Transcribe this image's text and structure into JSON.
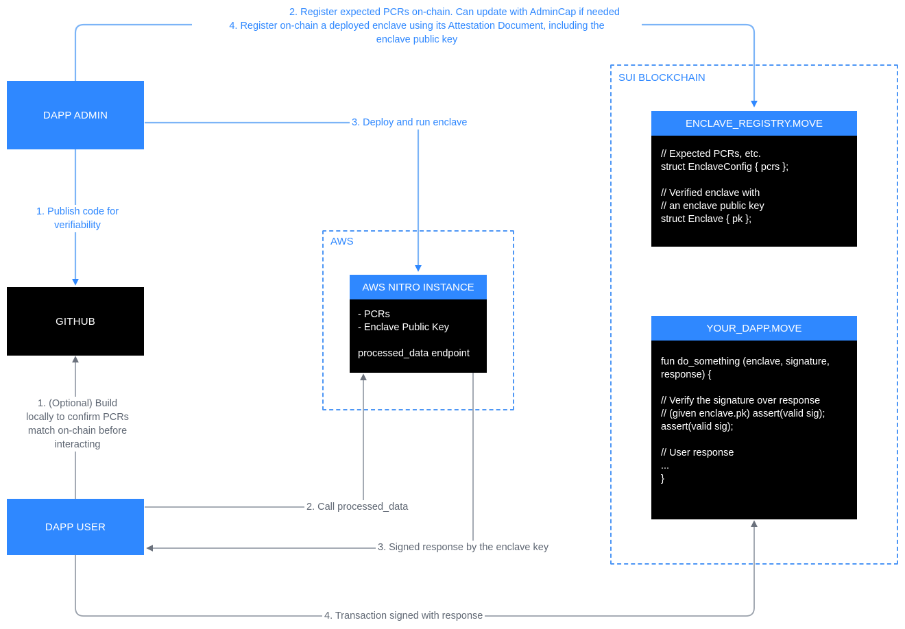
{
  "diagram": {
    "title": "Sui Nitro Enclave attestation architecture",
    "colors": {
      "accent_blue": "#2f88ff",
      "edge_blue": "#7cb4f7",
      "edge_gray": "#9aa1ab",
      "text_gray": "#5f6773",
      "black": "#000000"
    }
  },
  "nodes": {
    "dapp_admin": {
      "label": "DAPP ADMIN"
    },
    "github": {
      "label": "GITHUB"
    },
    "dapp_user": {
      "label": "DAPP USER"
    },
    "aws_nitro_instance": {
      "title": "AWS NITRO INSTANCE",
      "body": "- PCRs\n- Enclave Public Key\n\nprocessed_data endpoint"
    },
    "enclave_registry_move": {
      "title": "ENCLAVE_REGISTRY.MOVE",
      "body": "// Expected PCRs, etc.\nstruct EnclaveConfig { pcrs };\n\n// Verified enclave with\n// an enclave public key\nstruct Enclave { pk };"
    },
    "your_dapp_move": {
      "title": "YOUR_DAPP.MOVE",
      "body": "fun do_something (enclave, signature,\nresponse) {\n\n// Verify the signature over response\n// (given enclave.pk) assert(valid sig);\nassert(valid sig);\n\n// User response\n...\n}"
    }
  },
  "groups": {
    "aws": {
      "label": "AWS"
    },
    "sui_blockchain": {
      "label": "SUI BLOCKCHAIN"
    }
  },
  "edges": {
    "register_pcrs": "2. Register expected PCRs on-chain. Can update with AdminCap if needed",
    "register_enclave": "4. Register on-chain a deployed enclave using its Attestation Document, including the\nenclave public key",
    "publish_code": "1. Publish code for\nverifiability",
    "deploy_run_enclave": "3. Deploy and run enclave",
    "optional_build": "1. (Optional) Build\nlocally to confirm PCRs\nmatch on-chain before\ninteracting",
    "call_processed_data": "2. Call processed_data",
    "signed_response": "3. Signed response by the enclave key",
    "transaction_signed": "4. Transaction signed with response"
  }
}
